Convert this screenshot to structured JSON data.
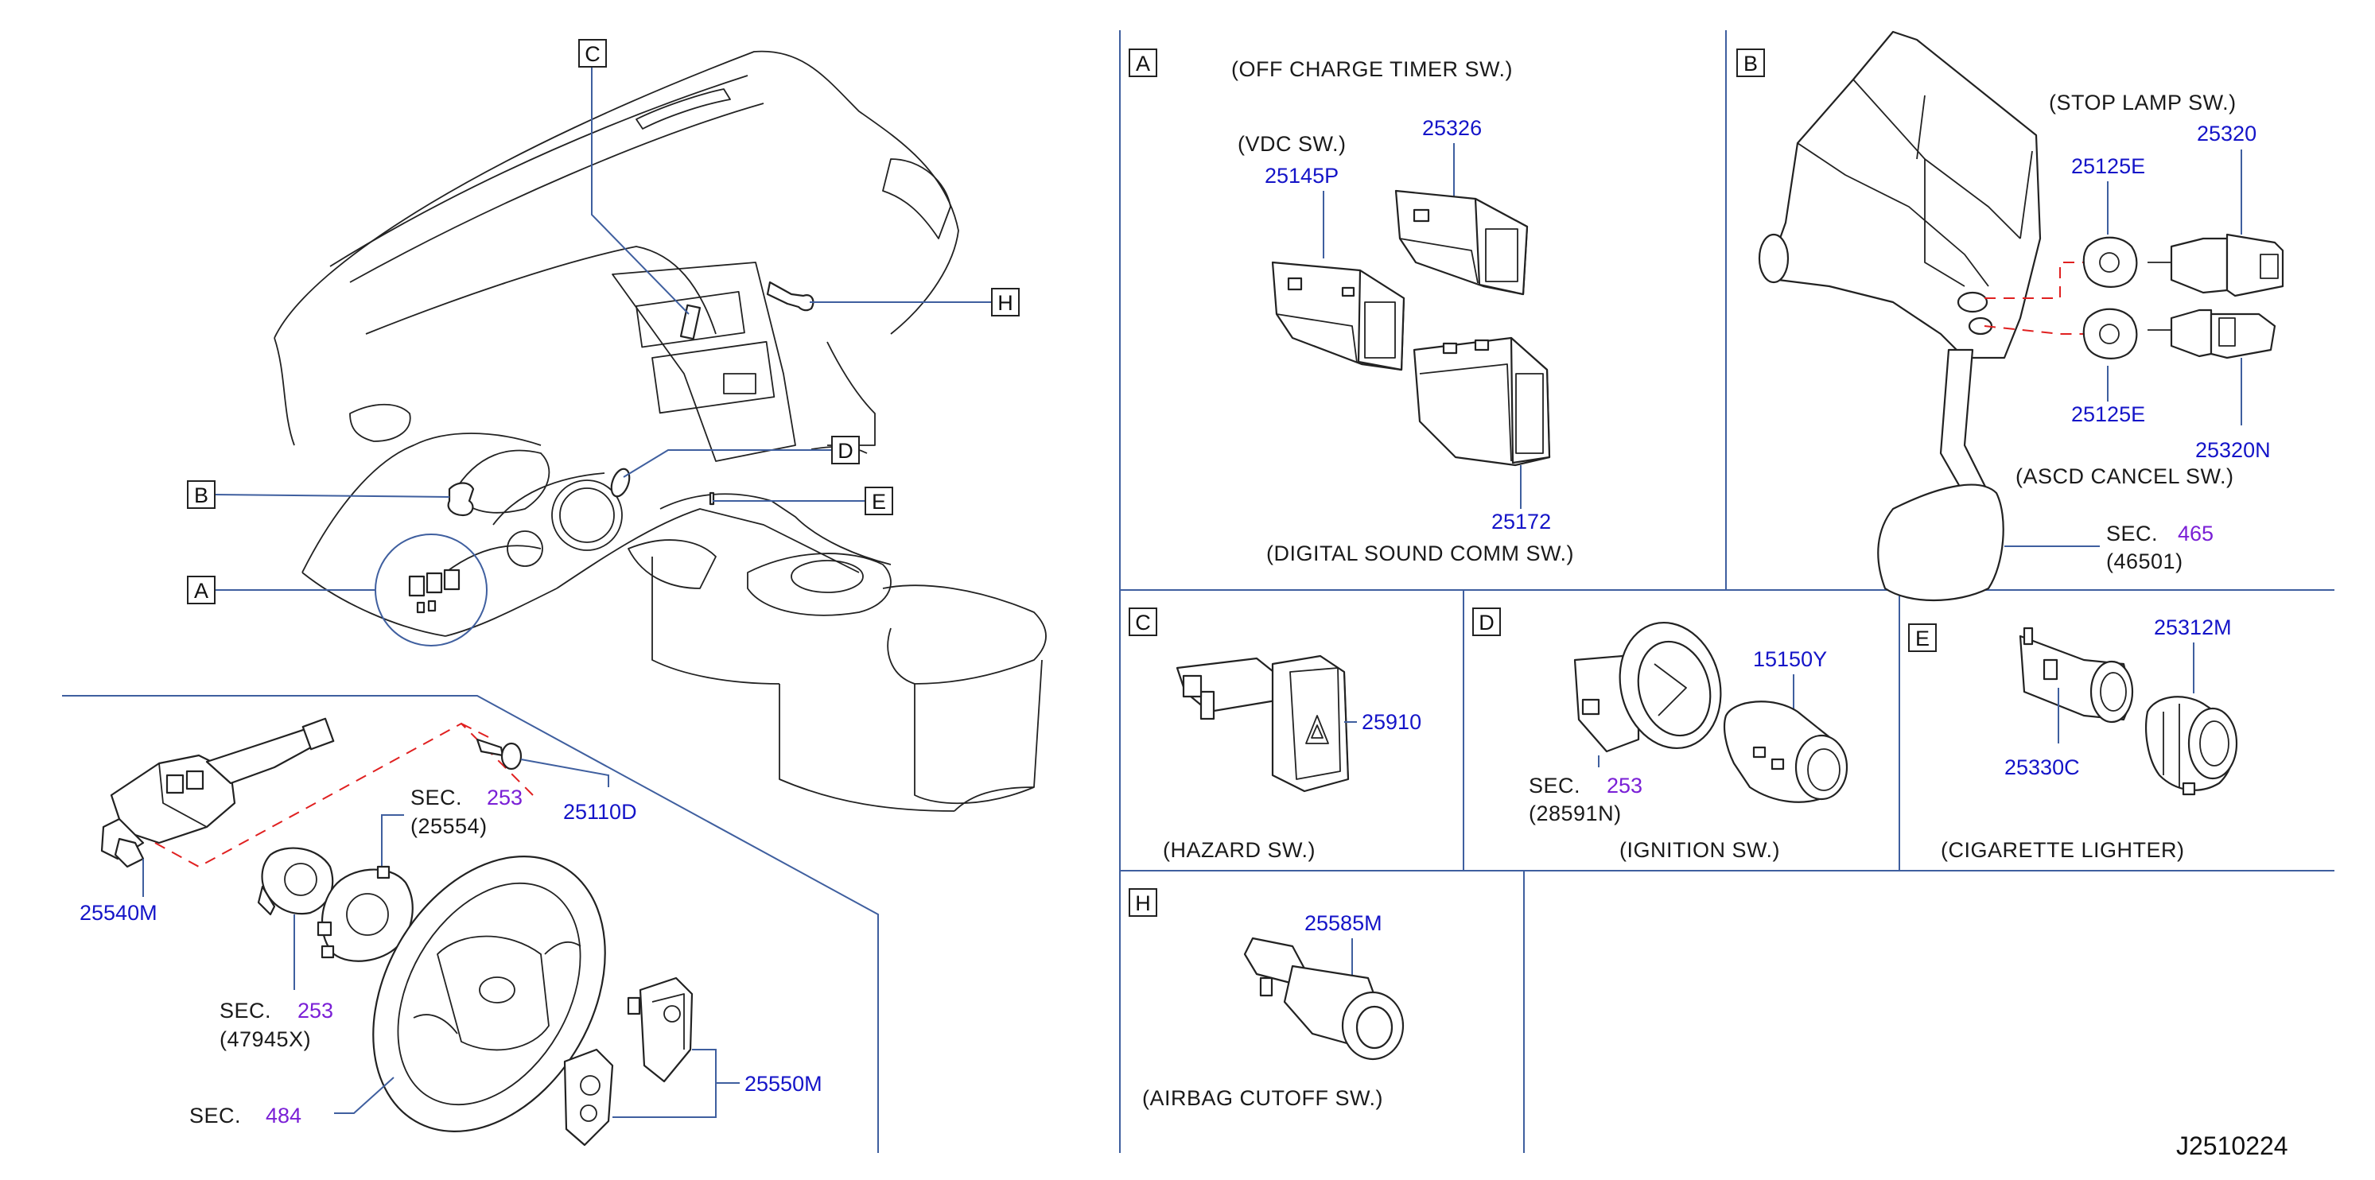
{
  "callouts": {
    "A": "A",
    "B": "B",
    "C": "C",
    "D": "D",
    "E": "E",
    "H": "H"
  },
  "panel_a": {
    "title_off_charge": "(OFF   CHARGE   TIMER   SW.)",
    "title_vdc": "(VDC   SW.)",
    "title_digital": "(DIGITAL   SOUND          COMM   SW.)",
    "pn_25326": "25326",
    "pn_25145p": "25145P",
    "pn_25172": "25172"
  },
  "panel_b": {
    "title_stop": "(STOP   LAMP   SW.)",
    "title_ascd": "(ASCD   CANCEL   SW.)",
    "pn_25125e_top": "25125E",
    "pn_25320": "25320",
    "pn_25125e_bot": "25125E",
    "pn_25320n": "25320N",
    "sec_label": "SEC.",
    "sec_num": "465",
    "sec_ref": "(46501)"
  },
  "panel_c": {
    "pn_25910": "25910",
    "title": "(HAZARD   SW.)"
  },
  "panel_d": {
    "pn_15150y": "15150Y",
    "sec_label": "SEC.",
    "sec_num": "253",
    "sec_ref": "(28591N)",
    "title": "(IGNITION   SW.)"
  },
  "panel_e": {
    "pn_25312m": "25312M",
    "pn_25330c": "25330C",
    "title": "(CIGARETTE   LIGHTER)"
  },
  "panel_h": {
    "pn_25585m": "25585M",
    "title": "(AIRBAG   CUTOFF   SW.)"
  },
  "lower_left": {
    "pn_25110d": "25110D",
    "sec1_label": "SEC.",
    "sec1_num": "253",
    "sec1_ref": "(25554)",
    "pn_25540m": "25540M",
    "sec2_label": "SEC.",
    "sec2_num": "253",
    "sec2_ref": "(47945X)",
    "sec3_label": "SEC.",
    "sec3_num": "484",
    "pn_25550m": "25550M"
  },
  "diagram_code": "J2510224",
  "colors": {
    "part_number": "#1414c8",
    "section_number": "#7a1fd6",
    "leader": "#3f5f9f",
    "dashed": "#e02020"
  }
}
